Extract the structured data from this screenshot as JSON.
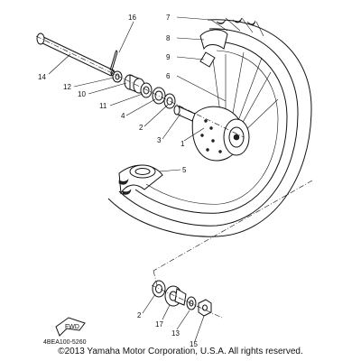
{
  "callouts": {
    "c1": "1",
    "c2": "2",
    "c3": "3",
    "c4": "4",
    "c5": "5",
    "c6": "6",
    "c7": "7",
    "c8": "8",
    "c9": "9",
    "c10": "10",
    "c11": "11",
    "c12": "12",
    "c13": "13",
    "c14": "14",
    "c15": "15",
    "c16": "16",
    "c17": "17",
    "c2b": "2"
  },
  "fwd_label": "FWD",
  "diagram_code": "4BEA100-5260",
  "copyright": "©2013 Yamaha Motor Corporation, U.S.A. All rights reserved."
}
